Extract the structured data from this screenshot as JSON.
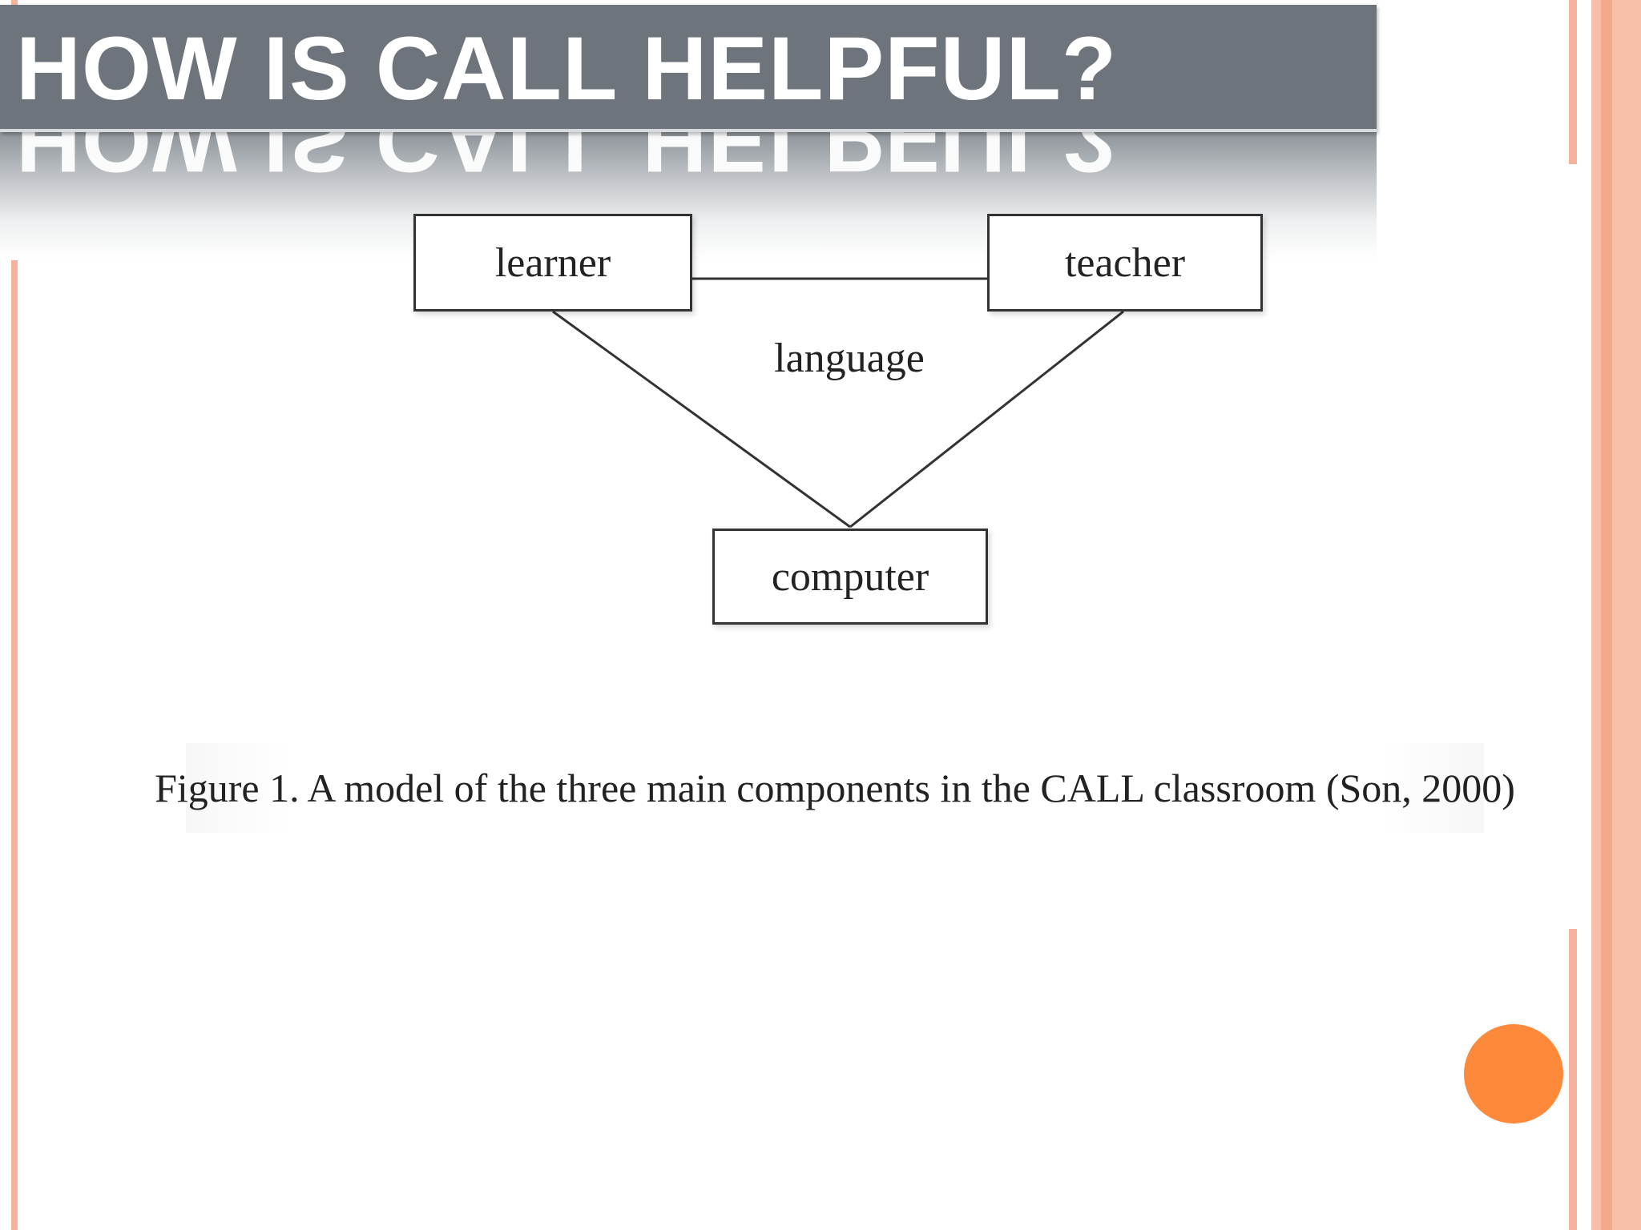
{
  "slide": {
    "title": "HOW IS CALL HELPFUL?"
  },
  "diagram": {
    "nodes": {
      "learner": "learner",
      "teacher": "teacher",
      "computer": "computer"
    },
    "center_label": "language",
    "caption": "Figure 1. A model of the three main components in the CALL classroom (Son, 2000)"
  },
  "theme": {
    "title_bar_color": "#6e747b",
    "accent_border_color": "#f6b29a",
    "dot_color": "#fc8a3a"
  }
}
